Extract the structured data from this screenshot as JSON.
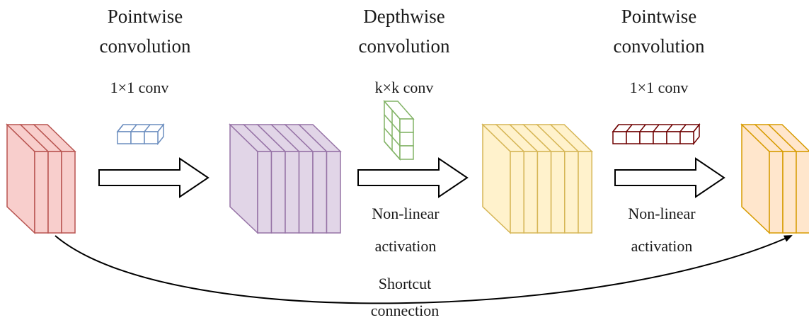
{
  "stages": [
    {
      "title_line1": "Pointwise",
      "title_line2": "convolution",
      "kernel": "1×1 conv"
    },
    {
      "title_line1": "Depthwise",
      "title_line2": "convolution",
      "kernel": "k×k conv",
      "activation_line1": "Non-linear",
      "activation_line2": "activation"
    },
    {
      "title_line1": "Pointwise",
      "title_line2": "convolution",
      "kernel": "1×1 conv",
      "activation_line1": "Non-linear",
      "activation_line2": "activation"
    }
  ],
  "shortcut": {
    "line1": "Shortcut",
    "line2": "connection"
  },
  "colors": {
    "input_fill": "#f8cecc",
    "input_stroke": "#b85450",
    "expand_fill": "#e1d5e7",
    "expand_stroke": "#9673a6",
    "depth_fill": "#fff2cc",
    "depth_stroke": "#d6b656",
    "output_fill": "#ffe6cc",
    "output_stroke": "#d79b00",
    "kernel1_stroke": "#6c8ebf",
    "kernel2_stroke": "#82b366",
    "kernel3_stroke": "#6f0000"
  }
}
